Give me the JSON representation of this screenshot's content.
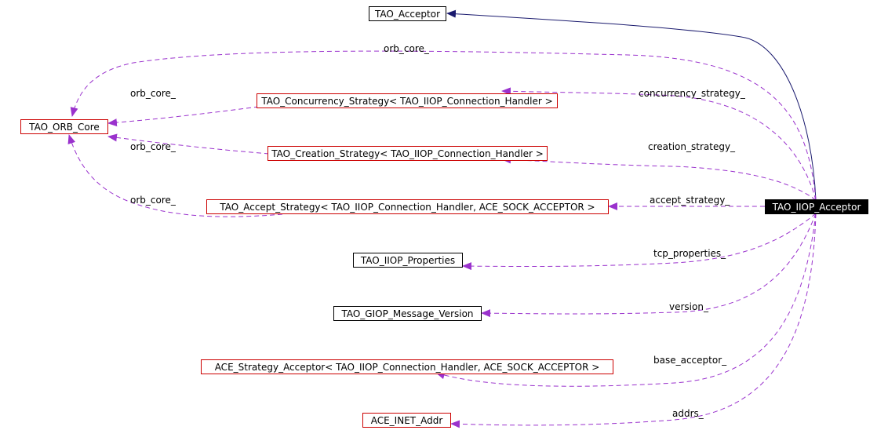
{
  "colors": {
    "inheritance_edge": "#1a1a6e",
    "usage_edge": "#9a32cd",
    "red_border": "#cc0000"
  },
  "nodes": {
    "tao_acceptor": "TAO_Acceptor",
    "tao_orb_core": "TAO_ORB_Core",
    "concurrency_strategy": "TAO_Concurrency_Strategy< TAO_IIOP_Connection_Handler >",
    "creation_strategy": "TAO_Creation_Strategy< TAO_IIOP_Connection_Handler >",
    "accept_strategy": "TAO_Accept_Strategy< TAO_IIOP_Connection_Handler, ACE_SOCK_ACCEPTOR >",
    "iiop_acceptor": "TAO_IIOP_Acceptor",
    "iiop_properties": "TAO_IIOP_Properties",
    "giop_message_version": "TAO_GIOP_Message_Version",
    "ace_strategy_acceptor": "ACE_Strategy_Acceptor< TAO_IIOP_Connection_Handler, ACE_SOCK_ACCEPTOR >",
    "ace_inet_addr": "ACE_INET_Addr"
  },
  "edge_labels": {
    "orb_core_top": "orb_core_",
    "orb_core_concurrency": "orb_core_",
    "orb_core_creation": "orb_core_",
    "orb_core_accept": "orb_core_",
    "concurrency_strategy": "concurrency_strategy_",
    "creation_strategy": "creation_strategy_",
    "accept_strategy": "accept_strategy_",
    "tcp_properties": "tcp_properties_",
    "version": "version_",
    "base_acceptor": "base_acceptor_",
    "addrs": "addrs_"
  }
}
